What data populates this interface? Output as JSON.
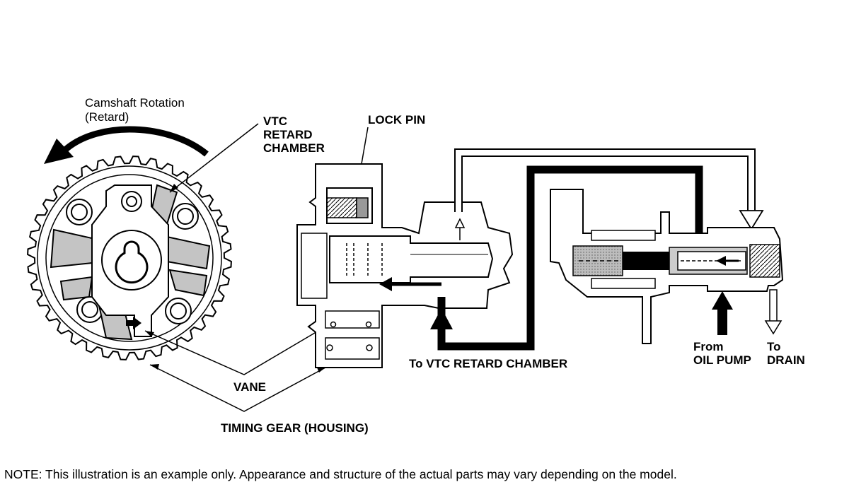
{
  "labels": {
    "camshaft_rotation": "Camshaft Rotation",
    "camshaft_retard": "(Retard)",
    "vtc_line1": "VTC",
    "vtc_line2": "RETARD",
    "vtc_line3": "CHAMBER",
    "lock_pin": "LOCK PIN",
    "to_vtc_retard": "To VTC RETARD CHAMBER",
    "from": "From",
    "oil_pump": "OIL PUMP",
    "to": "To",
    "drain": "DRAIN",
    "vane": "VANE",
    "timing_gear": "TIMING GEAR (HOUSING)"
  },
  "note": "NOTE: This illustration is an example only. Appearance and structure of the actual parts may vary depending on the model."
}
